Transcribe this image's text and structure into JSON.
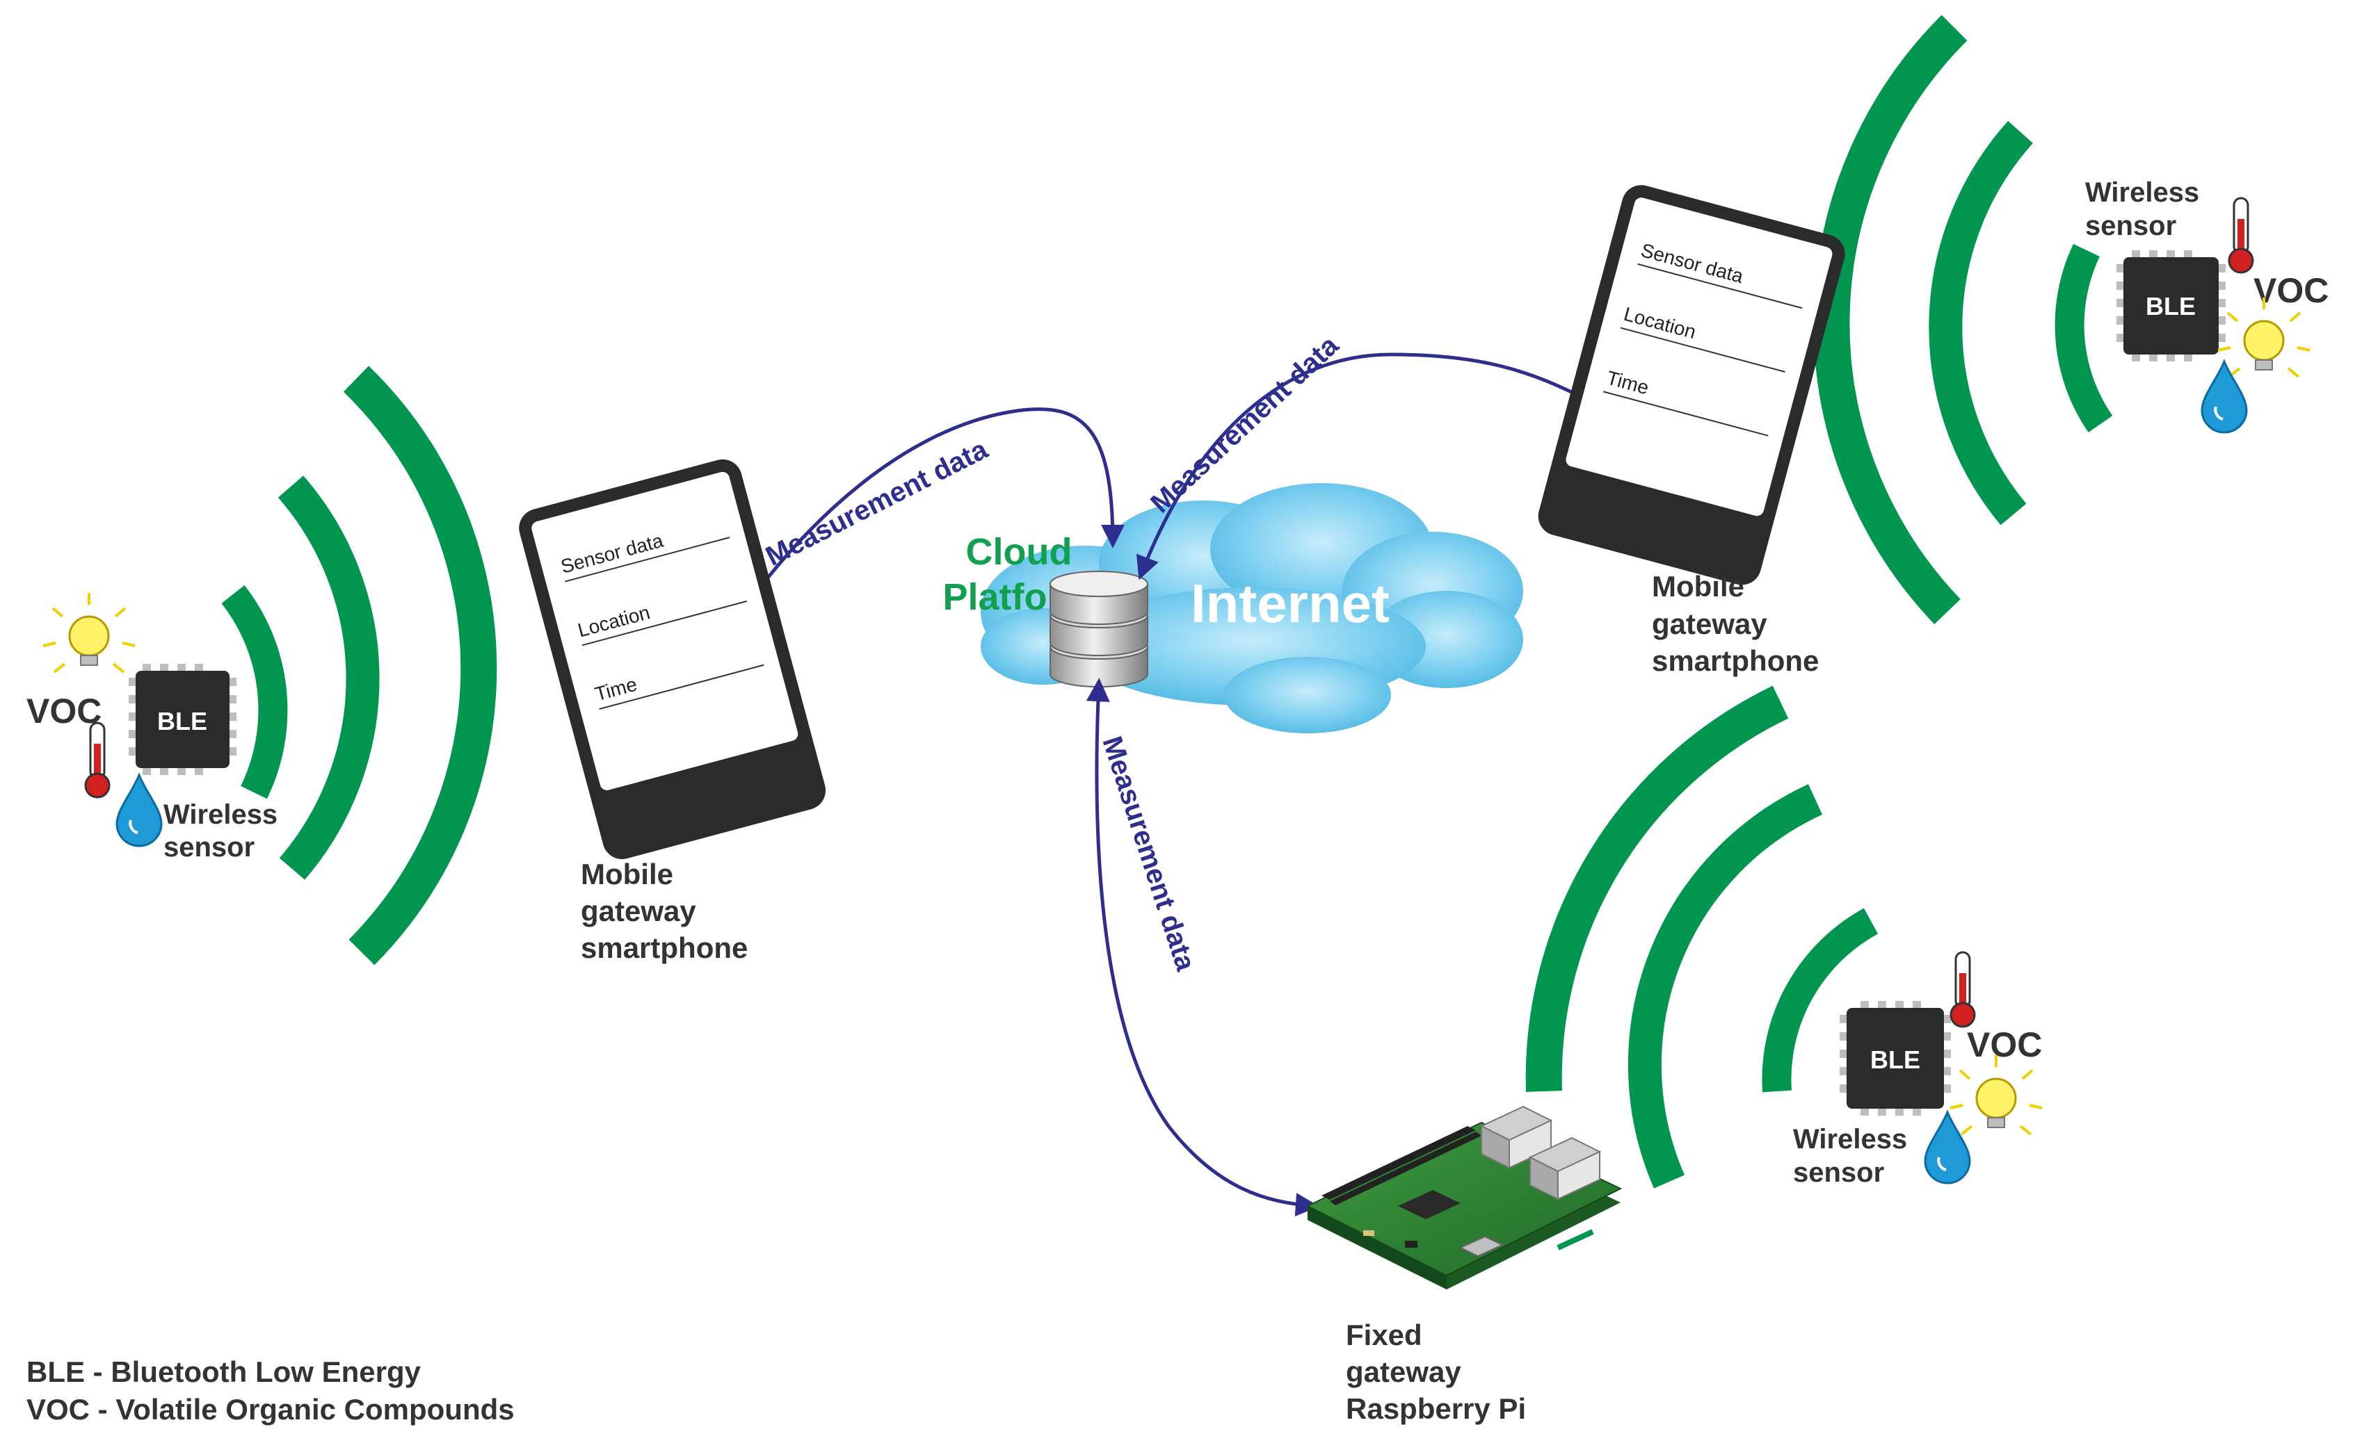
{
  "colors": {
    "signal_green": "#009650",
    "arrow_blue": "#2e2e8f",
    "cloud_blue": "#7ccff0",
    "chip_dark": "#2b2b2b",
    "cloud_platform_green": "#10a050",
    "label_gray": "#333333"
  },
  "labels": {
    "measurement_data": "Measurement data",
    "sensor_data": "Sensor data",
    "location": "Location",
    "time": "Time",
    "ble": "BLE",
    "voc": "VOC",
    "wireless": "Wireless",
    "sensor": "sensor"
  },
  "cloud": {
    "platform_line1": "Cloud",
    "platform_line2": "Platform",
    "internet": "Internet"
  },
  "gateways": {
    "mobile_line1": "Mobile",
    "mobile_line2": "gateway",
    "mobile_line3": "smartphone",
    "fixed_line1": "Fixed",
    "fixed_line2": "gateway",
    "fixed_line3": "Raspberry Pi"
  },
  "legend": {
    "ble": "BLE - Bluetooth Low Energy",
    "voc": "VOC - Volatile Organic Compounds"
  },
  "icons": [
    "ble-chip-icon",
    "thermometer-icon",
    "light-bulb-icon",
    "water-drop-icon",
    "database-icon",
    "smartphone-icon",
    "raspberry-pi-icon",
    "signal-wave-icon"
  ]
}
